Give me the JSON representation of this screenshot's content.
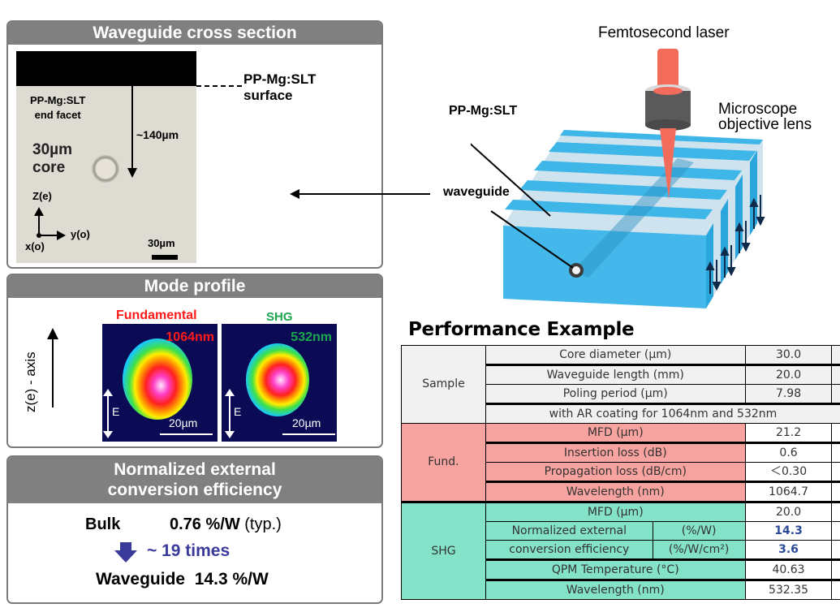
{
  "cross_section": {
    "title": "Waveguide cross section",
    "surface_label_1": "PP-Mg:SLT",
    "surface_label_2": "surface",
    "facet_label_1": "PP-Mg:SLT",
    "facet_label_2": "end facet",
    "core_label_1": "30µm",
    "core_label_2": "core",
    "depth_label": "~140µm",
    "axis_z": "Z(e)",
    "axis_y": "y(o)",
    "axis_x": "x(o)",
    "scale_label": "30µm"
  },
  "diagram": {
    "laser_label": "Femtosecond laser",
    "objective_label_1": "Microscope",
    "objective_label_2": "objective lens",
    "crystal_label": "PP-Mg:SLT",
    "waveguide_label": "waveguide",
    "colors": {
      "stripe_dark": "#3fb6e8",
      "stripe_light": "#cfe3ef",
      "laser": "#f26b5b",
      "lens": "#5a5a5a"
    }
  },
  "mode_profile": {
    "title": "Mode profile",
    "axis_label": "z(e) - axis",
    "fundamental": {
      "label": "Fundamental",
      "wavelength": "1064nm",
      "color": "#ff1a1a",
      "e_label": "E",
      "scale": "20µm"
    },
    "shg": {
      "label": "SHG",
      "wavelength": "532nm",
      "color": "#1aa84c",
      "e_label": "E",
      "scale": "20µm"
    }
  },
  "efficiency": {
    "title_1": "Normalized external",
    "title_2": "conversion efficiency",
    "bulk_label": "Bulk",
    "bulk_value": "0.76 %/W",
    "bulk_note": "(typ.)",
    "gain": "~ 19 times",
    "waveguide_label": "Waveguide",
    "waveguide_value": "14.3 %/W",
    "accent": "#3a3a9a"
  },
  "performance": {
    "title": "Performance Example",
    "sample": {
      "group": "Sample",
      "rows": [
        {
          "param": "Core diameter (µm)",
          "value": "30.0"
        },
        {
          "param": "Waveguide length (mm)",
          "value": "20.0"
        },
        {
          "param": "Poling period (µm)",
          "value": "7.98"
        }
      ],
      "note": "with AR coating for 1064nm and 532nm"
    },
    "fund": {
      "group": "Fund.",
      "rows": [
        {
          "param": "MFD (µm)",
          "value": "21.2"
        },
        {
          "param": "Insertion loss (dB)",
          "value": "0.6"
        },
        {
          "param": "Propagation loss (dB/cm)",
          "value": "＜0.30"
        },
        {
          "param": "Wavelength (nm)",
          "value": "1064.7"
        }
      ]
    },
    "shg": {
      "group": "SHG",
      "mfd": {
        "param": "MFD (µm)",
        "value": "20.0"
      },
      "eff_label_1": "Normalized external",
      "eff_label_2": "conversion efficiency",
      "eff_unit_1": "(%/W)",
      "eff_unit_2": "(%/W/cm²)",
      "eff_value_1": "14.3",
      "eff_value_2": "3.6",
      "qpm": {
        "param": "QPM Temperature (°C)",
        "value": "40.63"
      },
      "wavelength": {
        "param": "Wavelength (nm)",
        "value": "532.35"
      }
    },
    "colors": {
      "sample": "#f1f1f1",
      "fund": "#f7a39f",
      "shg": "#84e2c9",
      "highlight": "#2b4a9a"
    }
  }
}
